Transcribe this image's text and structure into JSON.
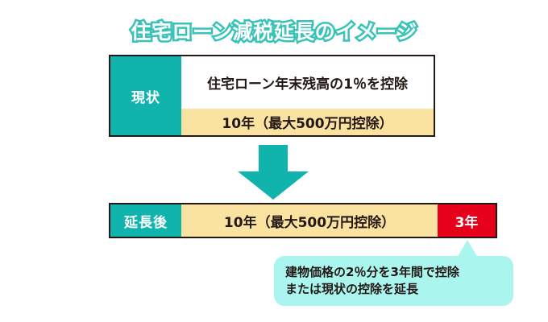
{
  "title": "住宅ローン減税延長のイメージ",
  "colors": {
    "teal": "#11b3ad",
    "title_outline": "#39c3b8",
    "cream": "#fae2a0",
    "red": "#e6001a",
    "callout": "#aaf5ee",
    "ink": "#231815",
    "white": "#ffffff"
  },
  "current": {
    "label": "現状",
    "rate_text": "住宅ローン年末残高の1％を控除",
    "term_text": "10年（最大500万円控除）"
  },
  "arrow": {
    "direction": "down"
  },
  "extended": {
    "label": "延長後",
    "term_text": "10年（最大500万円控除）",
    "extra_text": "3年"
  },
  "callout": {
    "line1": "建物価格の2％分を3年間で控除",
    "line2": "または現状の控除を延長"
  }
}
